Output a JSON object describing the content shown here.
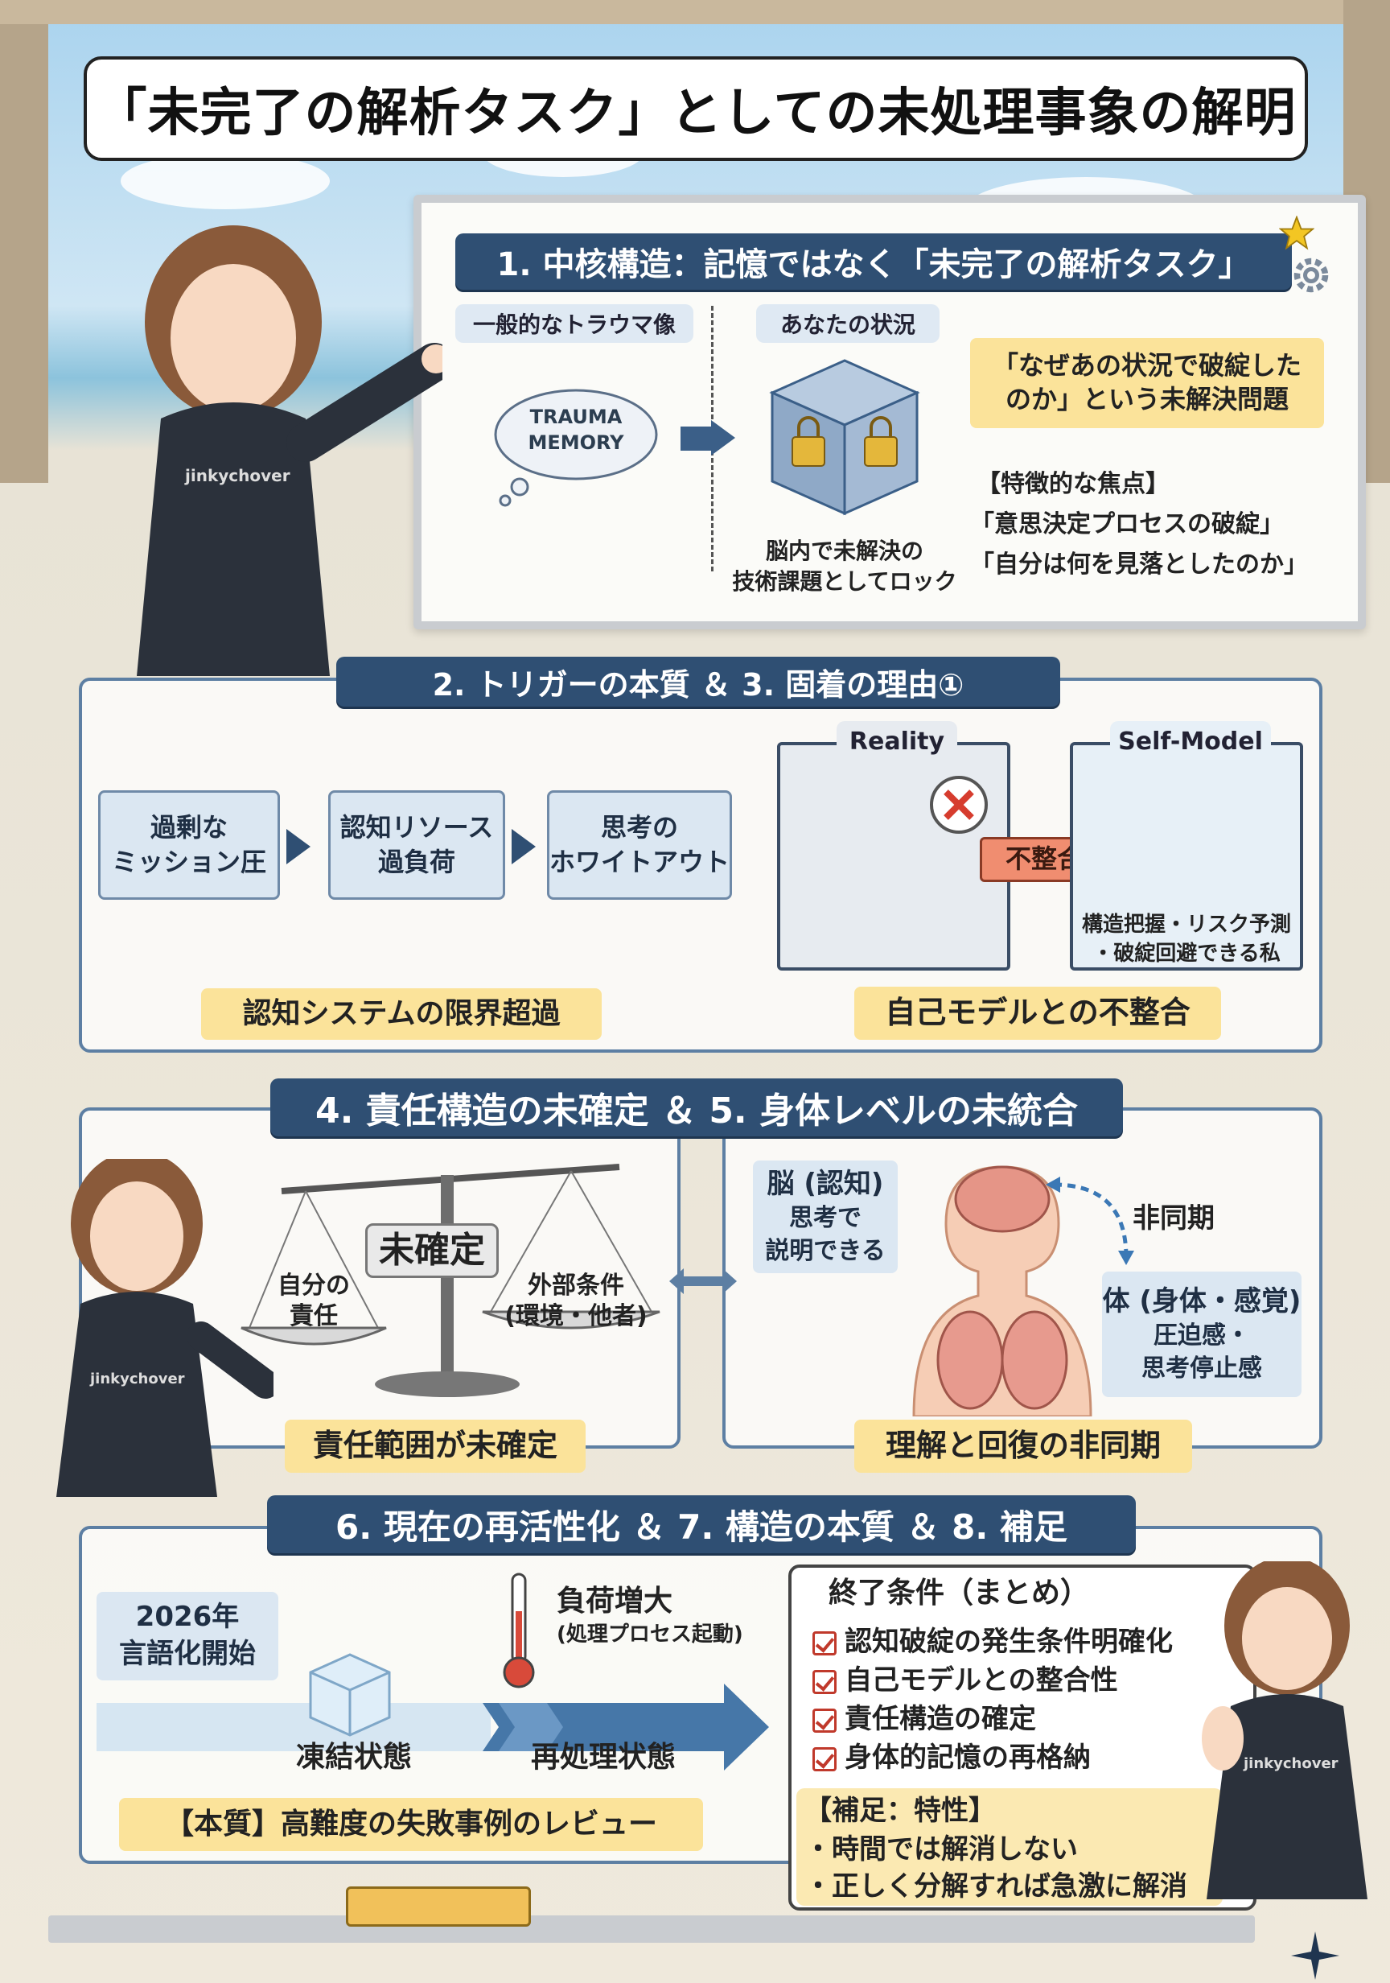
{
  "title": "「未完了の解析タスク」としての未処理事象の解明",
  "brand": "jinkychover",
  "s1": {
    "banner": "1. 中核構造：記憶ではなく「未完了の解析タスク」",
    "left_label": "一般的なトラウマ像",
    "right_label": "あなたの状況",
    "cloud_line1": "TRAUMA",
    "cloud_line2": "MEMORY",
    "cube_caption_1": "脳内で未解決の",
    "cube_caption_2": "技術課題としてロック",
    "question_1": "「なぜあの状況で破綻した",
    "question_2": "のか」という未解決問題",
    "focus_title": "【特徴的な焦点】",
    "focus_1": "「意思決定プロセスの破綻」",
    "focus_2": "「自分は何を見落としたのか」"
  },
  "s2": {
    "banner": "2. トリガーの本質 ＆ 3. 固着の理由①",
    "box1_1": "過剰な",
    "box1_2": "ミッション圧",
    "box2_1": "認知リソース",
    "box2_2": "過負荷",
    "box3_1": "思考の",
    "box3_2": "ホワイトアウト",
    "summary_left": "認知システムの限界超過",
    "reality": "Reality",
    "self_model": "Self-Model",
    "mismatch": "不整合",
    "self_cap_1": "構造把握・リスク予測",
    "self_cap_2": "・破綻回避できる私",
    "summary_right": "自己モデルとの不整合"
  },
  "s4": {
    "banner": "4. 責任構造の未確定 ＆ 5. 身体レベルの未統合",
    "undetermined": "未確定",
    "left_pan_1": "自分の",
    "left_pan_2": "責任",
    "right_pan_1": "外部条件",
    "right_pan_2": "(環境・他者)",
    "summary_left": "責任範囲が未確定",
    "brain_1": "脳 (認知)",
    "brain_2": "思考で",
    "brain_3": "説明できる",
    "async": "非同期",
    "body_1": "体 (身体・感覚)",
    "body_2": "圧迫感・",
    "body_3": "思考停止感",
    "summary_right": "理解と回復の非同期"
  },
  "s6": {
    "banner": "6. 現在の再活性化 ＆ 7. 構造の本質 ＆ 8. 補足",
    "year_1": "2026年",
    "year_2": "言語化開始",
    "load_1": "負荷増大",
    "load_2": "(処理プロセス起動)",
    "frozen": "凍結状態",
    "reprocess": "再処理状態",
    "essence": "【本質】高難度の失敗事例のレビュー",
    "end_title": "終了条件（まとめ）",
    "end_items": [
      "認知破綻の発生条件明確化",
      "自己モデルとの整合性",
      "責任構造の確定",
      "身体的記憶の再格納"
    ],
    "note_title": "【補足：特性】",
    "note_1": "・時間では解消しない",
    "note_2": "・正しく分解すれば急激に解消"
  },
  "colors": {
    "banner": "#2f4f73",
    "accent_yellow": "#fbe39a",
    "box_blue": "#dbe7f2",
    "arrow": "#3b5f88"
  }
}
